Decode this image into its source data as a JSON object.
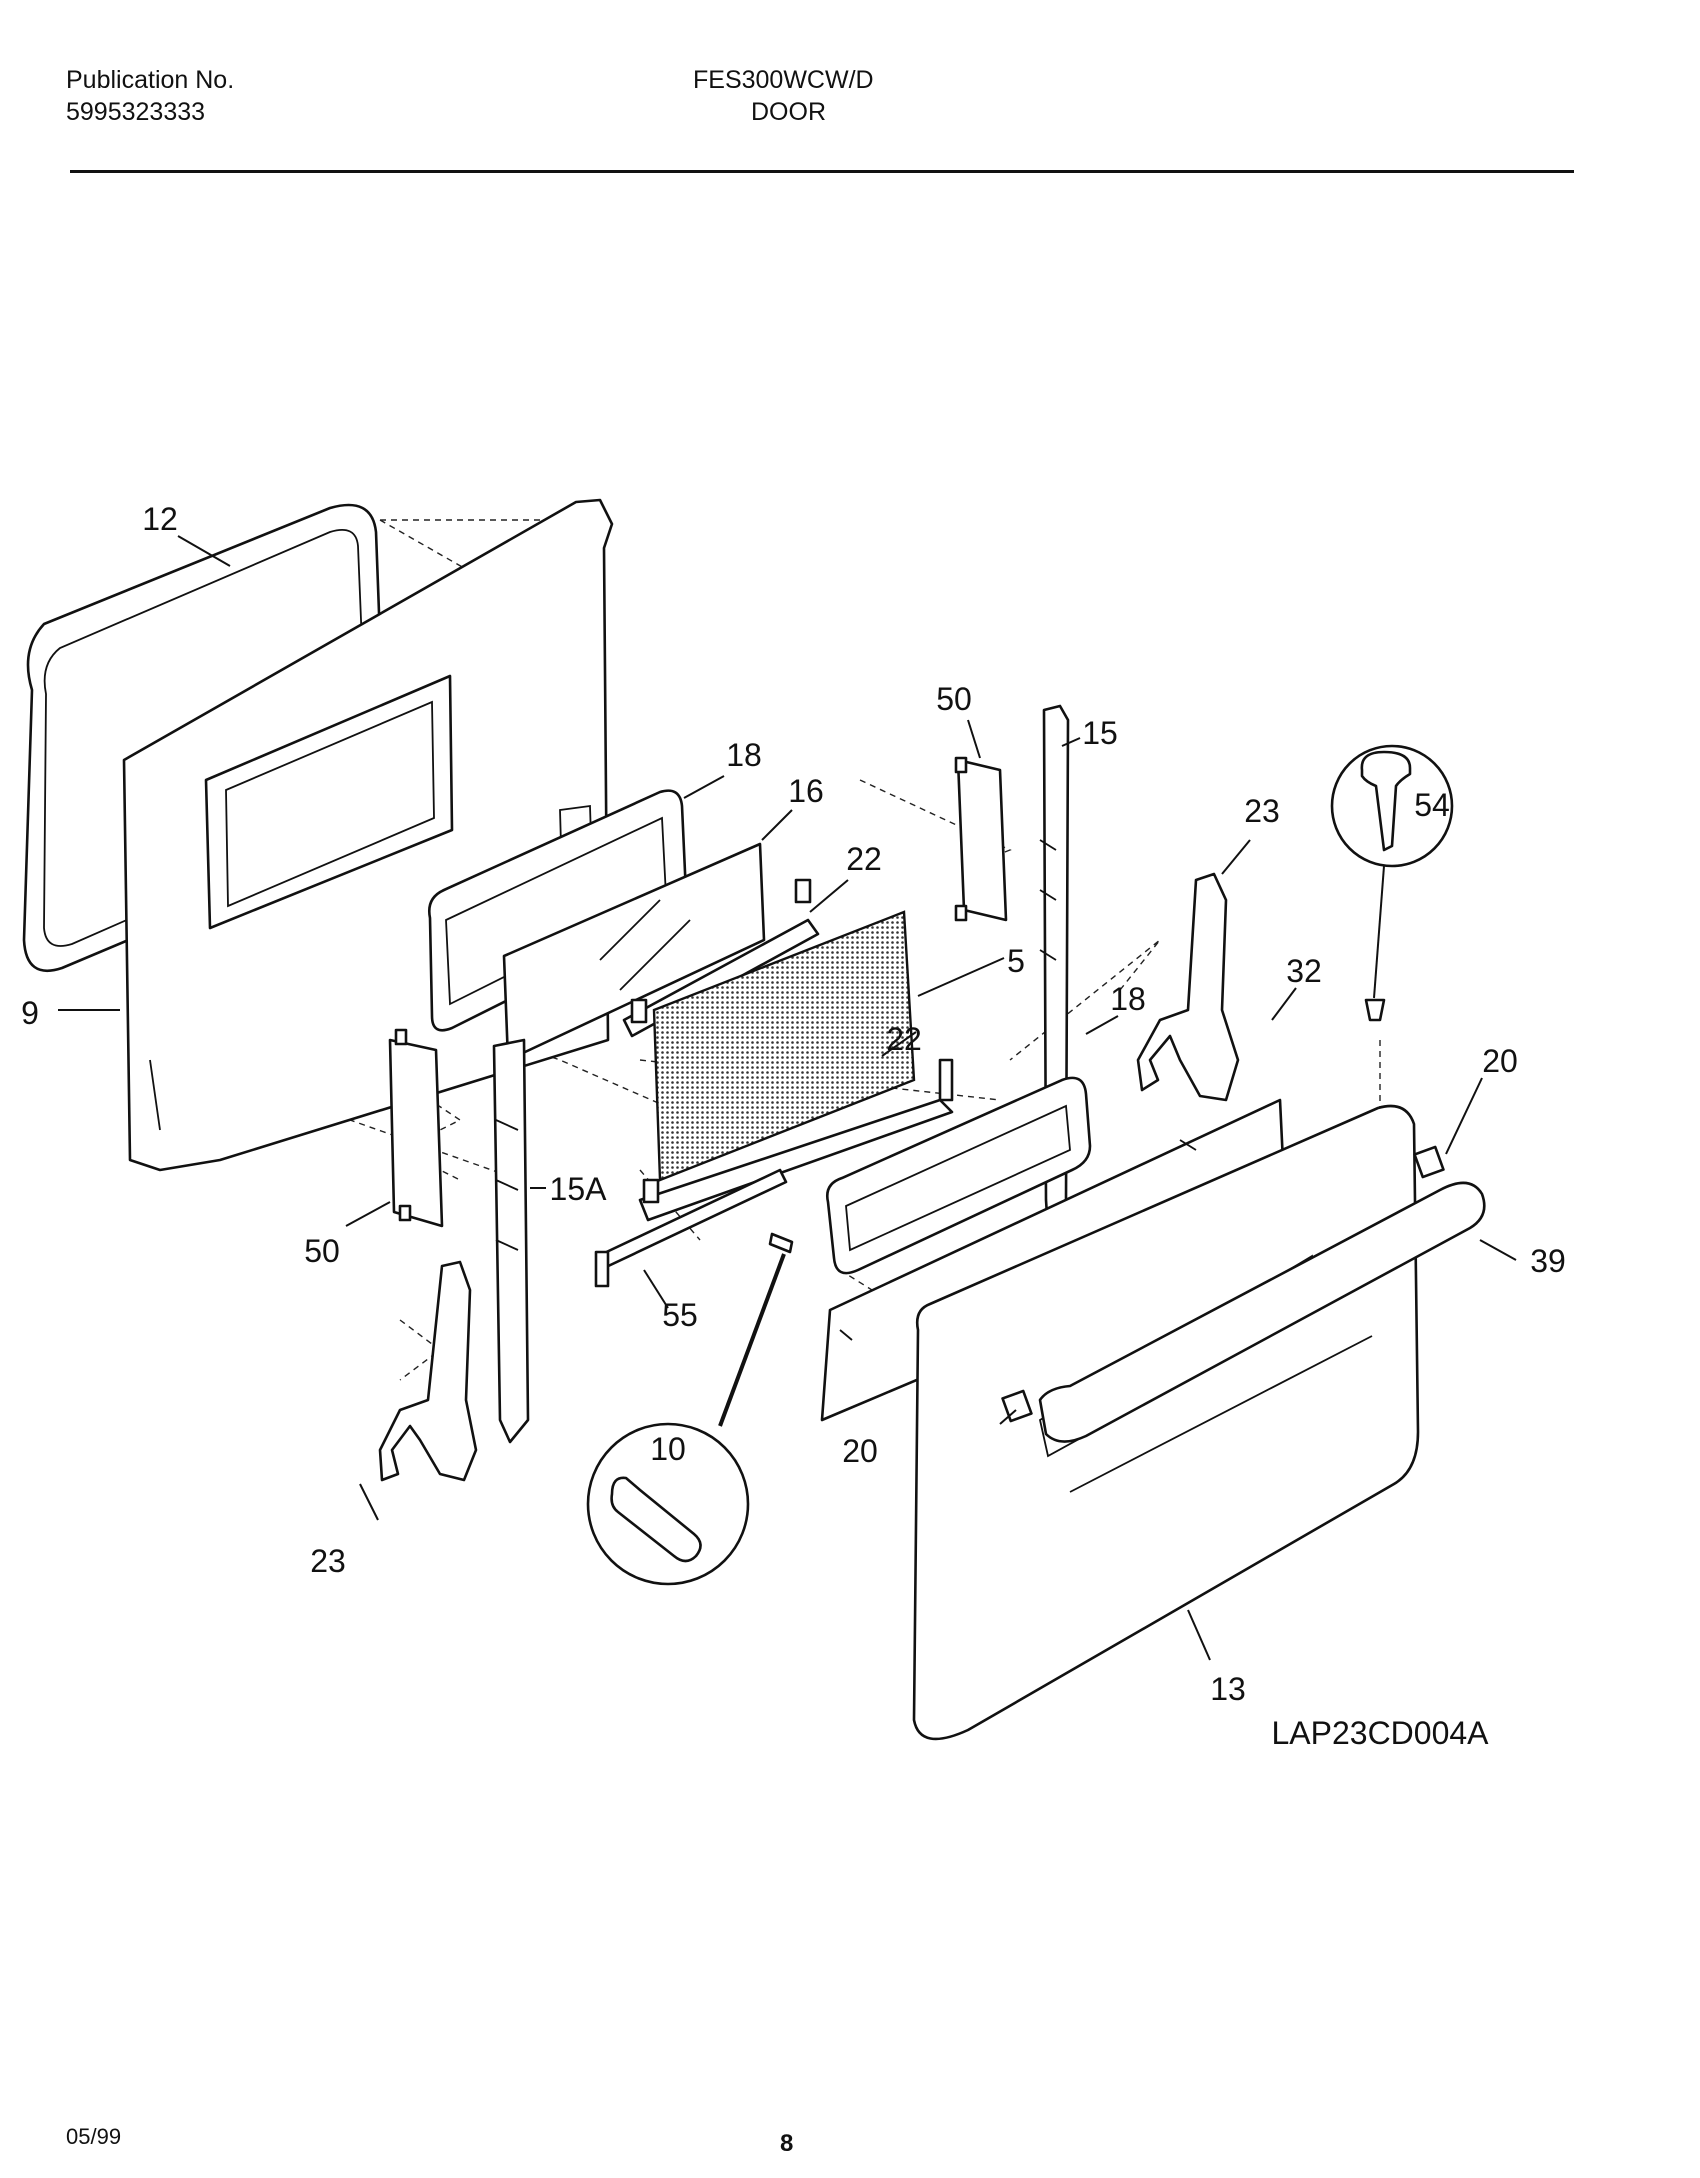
{
  "header": {
    "publication_label": "Publication No.",
    "publication_number": "5995323333",
    "model": "FES300WCW/D",
    "section": "DOOR"
  },
  "diagram": {
    "callouts": [
      "12",
      "9",
      "18",
      "16",
      "22",
      "5",
      "50",
      "15",
      "15A",
      "55",
      "23",
      "32",
      "18",
      "22",
      "20",
      "39",
      "54",
      "10",
      "20",
      "23",
      "50",
      "13"
    ],
    "drawing_code": "LAP23CD004A"
  },
  "footer": {
    "date": "05/99",
    "page": "8"
  }
}
